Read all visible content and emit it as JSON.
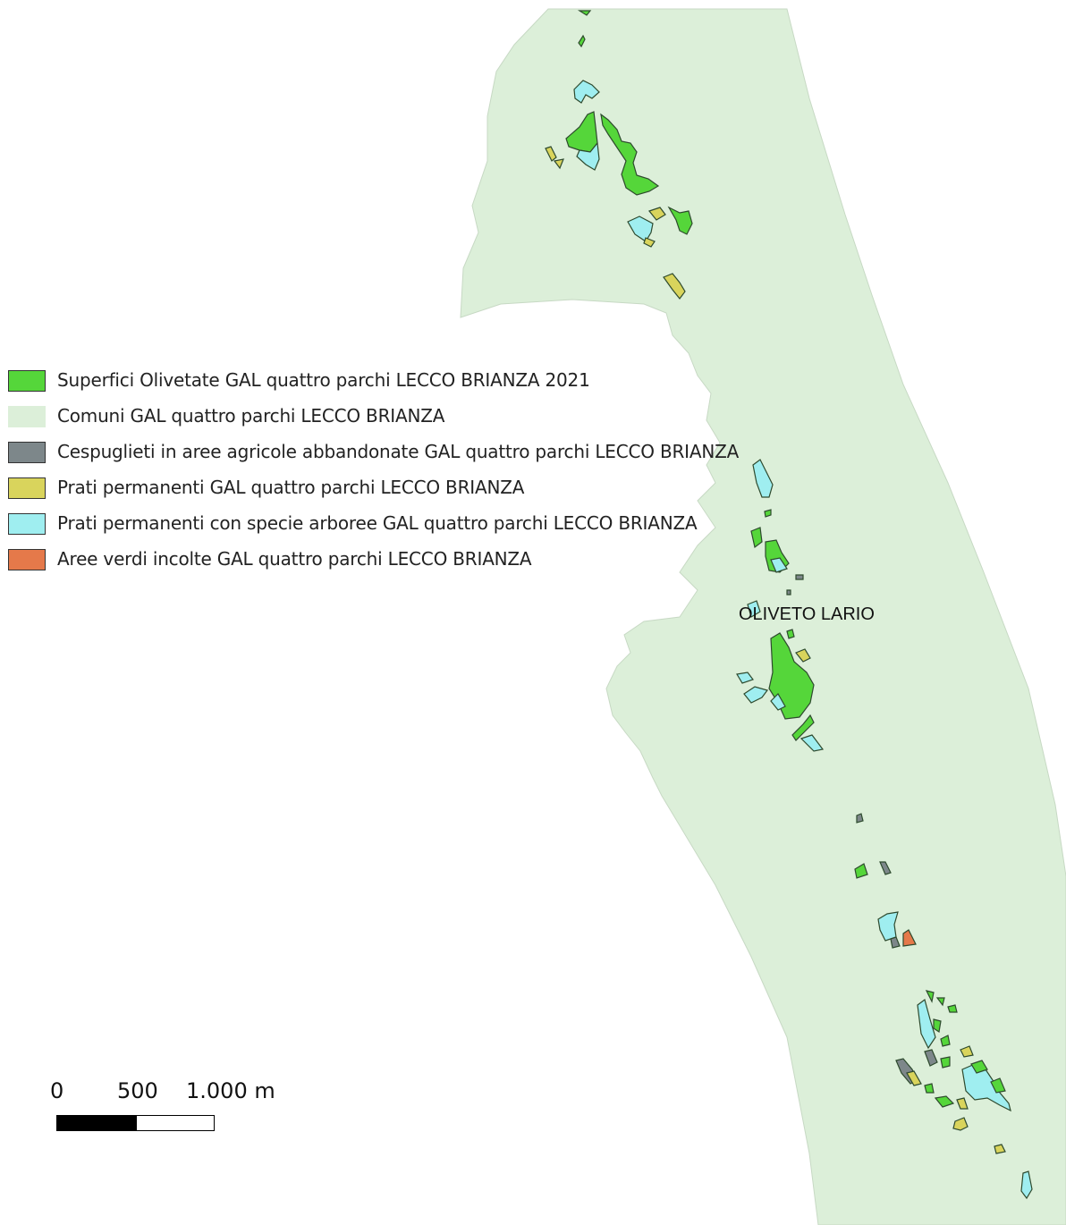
{
  "colors": {
    "olive": "#55d63a",
    "municipality": "#dcefd9",
    "shrub": "#7d878a",
    "meadow": "#d9d45c",
    "meadow_trees": "#9feef0",
    "uncultivated": "#e5794a",
    "outline": "#2e4a2e"
  },
  "legend": [
    {
      "label": "Superfici Olivetate GAL quattro parchi LECCO BRIANZA 2021",
      "color": "#55d63a"
    },
    {
      "label": "Comuni GAL quattro parchi LECCO BRIANZA",
      "color": "#dcefd9"
    },
    {
      "label": "Cespuglieti in aree agricole abbandonate GAL quattro parchi LECCO BRIANZA",
      "color": "#7d878a"
    },
    {
      "label": "Prati permanenti GAL quattro parchi LECCO BRIANZA",
      "color": "#d9d45c"
    },
    {
      "label": "Prati permanenti con specie arboree GAL quattro parchi LECCO BRIANZA",
      "color": "#9feef0"
    },
    {
      "label": "Aree verdi incolte GAL quattro parchi LECCO BRIANZA",
      "color": "#e5794a"
    }
  ],
  "place_label": "OLIVETO LARIO",
  "scale": {
    "tick_0": "0",
    "tick_1": "500",
    "tick_2": "1.000 m"
  }
}
